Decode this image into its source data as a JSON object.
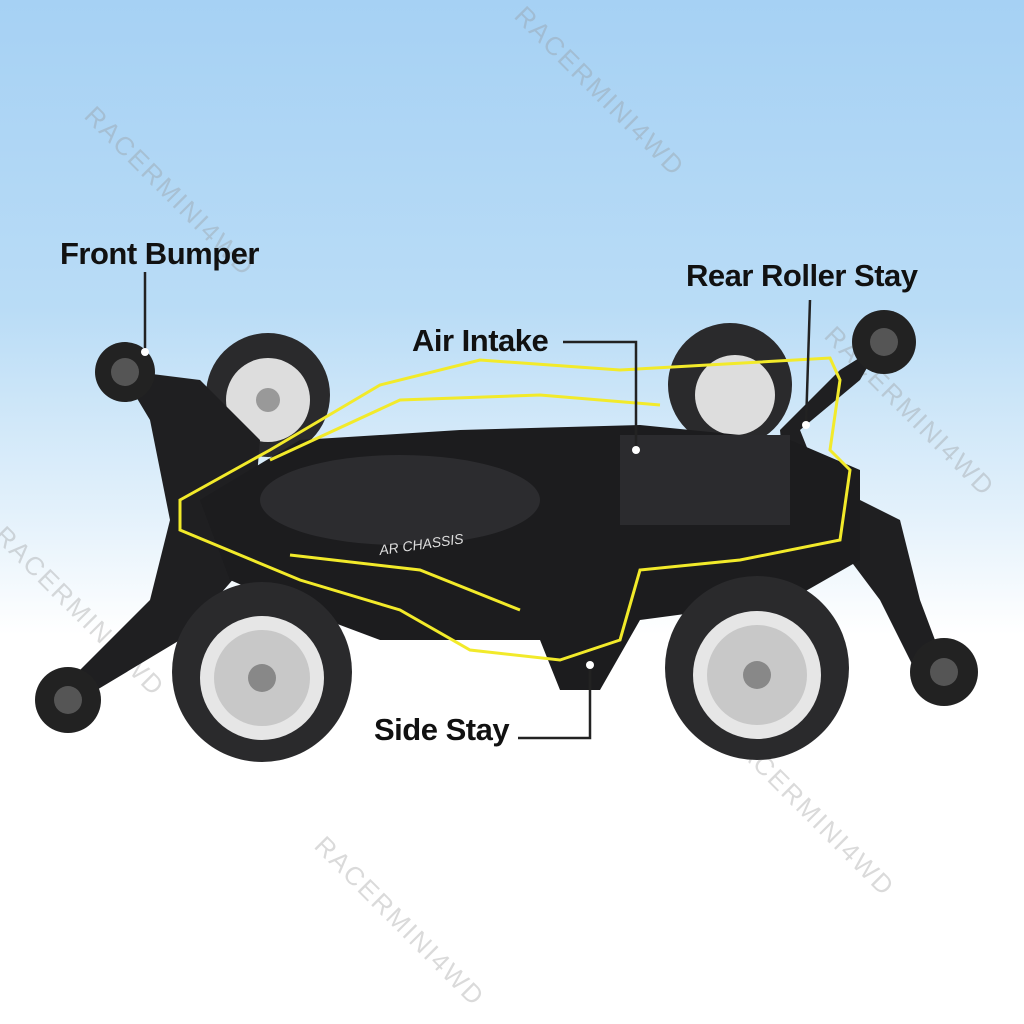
{
  "labels": {
    "front_bumper": "Front Bumper",
    "rear_roller_stay": "Rear Roller Stay",
    "air_intake": "Air Intake",
    "side_stay": "Side Stay"
  },
  "watermark": "RACERMINI4WD",
  "chassis_text": "AR CHASSIS",
  "colors": {
    "outline": "#f2ea2a",
    "chassis": "#1c1c1e",
    "sky": "#a6d1f4"
  }
}
